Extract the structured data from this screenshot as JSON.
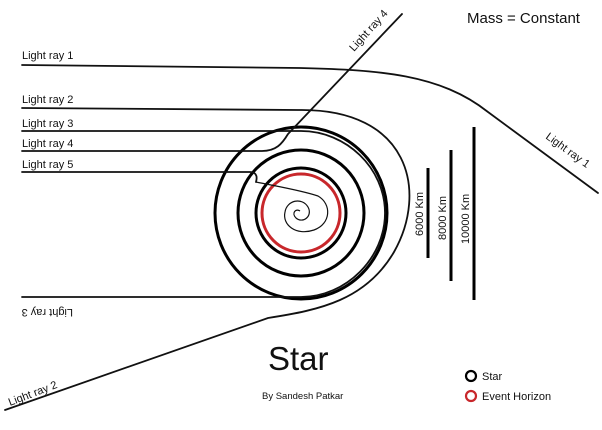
{
  "header": {
    "text": "Mass = Constant"
  },
  "title": {
    "text": "Star"
  },
  "byline": {
    "text": "By Sandesh Patkar"
  },
  "rays": {
    "ray1_in": "Light ray 1",
    "ray1_out": "Light ray 1",
    "ray2_in": "Light ray 2",
    "ray2_out": "Light ray 2",
    "ray3_in": "Light ray 3",
    "ray3_out": "Light ray 3",
    "ray4_in": "Light ray 4",
    "ray4_out": "Light ray 4",
    "ray5_in": "Light ray 5"
  },
  "scales": [
    {
      "label": "6000 Km"
    },
    {
      "label": "8000 Km"
    },
    {
      "label": "10000 Km"
    }
  ],
  "legend": {
    "star": {
      "label": "Star",
      "color": "#000000"
    },
    "horizon": {
      "label": "Event Horizon",
      "color": "#c8272b"
    }
  }
}
